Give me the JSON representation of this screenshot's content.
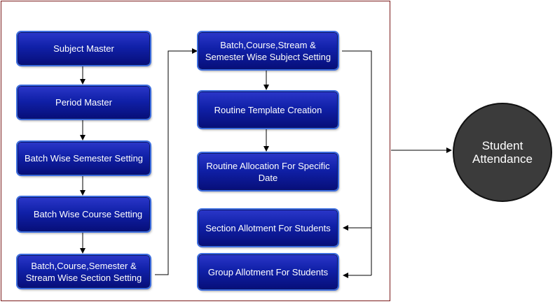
{
  "left_column": [
    {
      "label": "Subject Master"
    },
    {
      "label": "Period Master"
    },
    {
      "label": "Batch Wise Semester Setting"
    },
    {
      "label": "Batch Wise Course Setting"
    },
    {
      "label": "Batch,Course,Semester & Stream Wise Section Setting"
    }
  ],
  "right_column": [
    {
      "label": "Batch,Course,Stream & Semester Wise Subject Setting"
    },
    {
      "label": "Routine Template Creation"
    },
    {
      "label": "Routine Allocation For Specific Date"
    },
    {
      "label": "Section Allotment For Students"
    },
    {
      "label": "Group Allotment For Students"
    }
  ],
  "target": {
    "label": "Student Attendance"
  }
}
